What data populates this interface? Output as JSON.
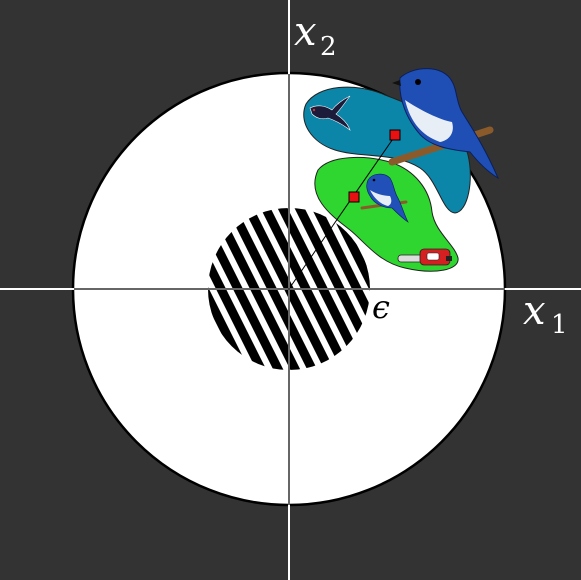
{
  "labels": {
    "x1_base": "x",
    "x1_sub": "1",
    "x2_base": "x",
    "x2_sub": "2",
    "epsilon": "ϵ"
  },
  "colors": {
    "background": "#333333",
    "ball": "#ffffff",
    "hatch": "#000000",
    "blue_region": "#0b86a8",
    "green_region": "#2fd62f",
    "marker": "#e81010"
  },
  "icons": [
    "swallow-icon",
    "bluebird-icon",
    "chainsaw-icon"
  ]
}
